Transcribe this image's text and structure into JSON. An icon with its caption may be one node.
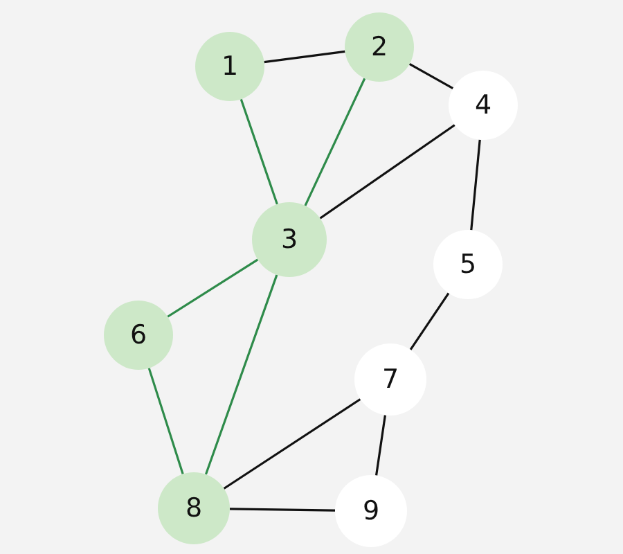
{
  "diagram": {
    "nodes": [
      {
        "text": [
          "1"
        ]
      },
      {
        "text": [
          "2"
        ]
      },
      {
        "text": [
          "3"
        ]
      },
      {
        "text": [
          "4"
        ]
      },
      {
        "text": [
          "5"
        ]
      },
      {
        "text": [
          "6"
        ]
      },
      {
        "text": [
          "7"
        ]
      },
      {
        "text": [
          "8"
        ]
      },
      {
        "text": [
          "9"
        ]
      }
    ],
    "edges": [
      {
        "from": 0,
        "to": 1,
        "arrow": "none"
      },
      {
        "from": 1,
        "to": 3,
        "arrow": "none"
      },
      {
        "from": 0,
        "to": 2,
        "arrow": "none",
        "color": "#2e8b4a"
      },
      {
        "from": 1,
        "to": 2,
        "arrow": "none",
        "color": "#2e8b4a"
      },
      {
        "from": 3,
        "to": 2,
        "arrow": "none"
      },
      {
        "from": 3,
        "to": 4,
        "arrow": "none"
      },
      {
        "from": 4,
        "to": 6,
        "arrow": "none"
      },
      {
        "from": 2,
        "to": 5,
        "arrow": "none",
        "color": "#2e8b4a"
      },
      {
        "from": 2,
        "to": 7,
        "arrow": "none",
        "color": "#2e8b4a"
      },
      {
        "from": 5,
        "to": 7,
        "arrow": "none",
        "color": "#2e8b4a"
      },
      {
        "from": 6,
        "to": 7,
        "arrow": "none"
      },
      {
        "from": 6,
        "to": 8,
        "arrow": "none"
      },
      {
        "from": 7,
        "to": 8,
        "arrow": "none"
      }
    ]
  }
}
